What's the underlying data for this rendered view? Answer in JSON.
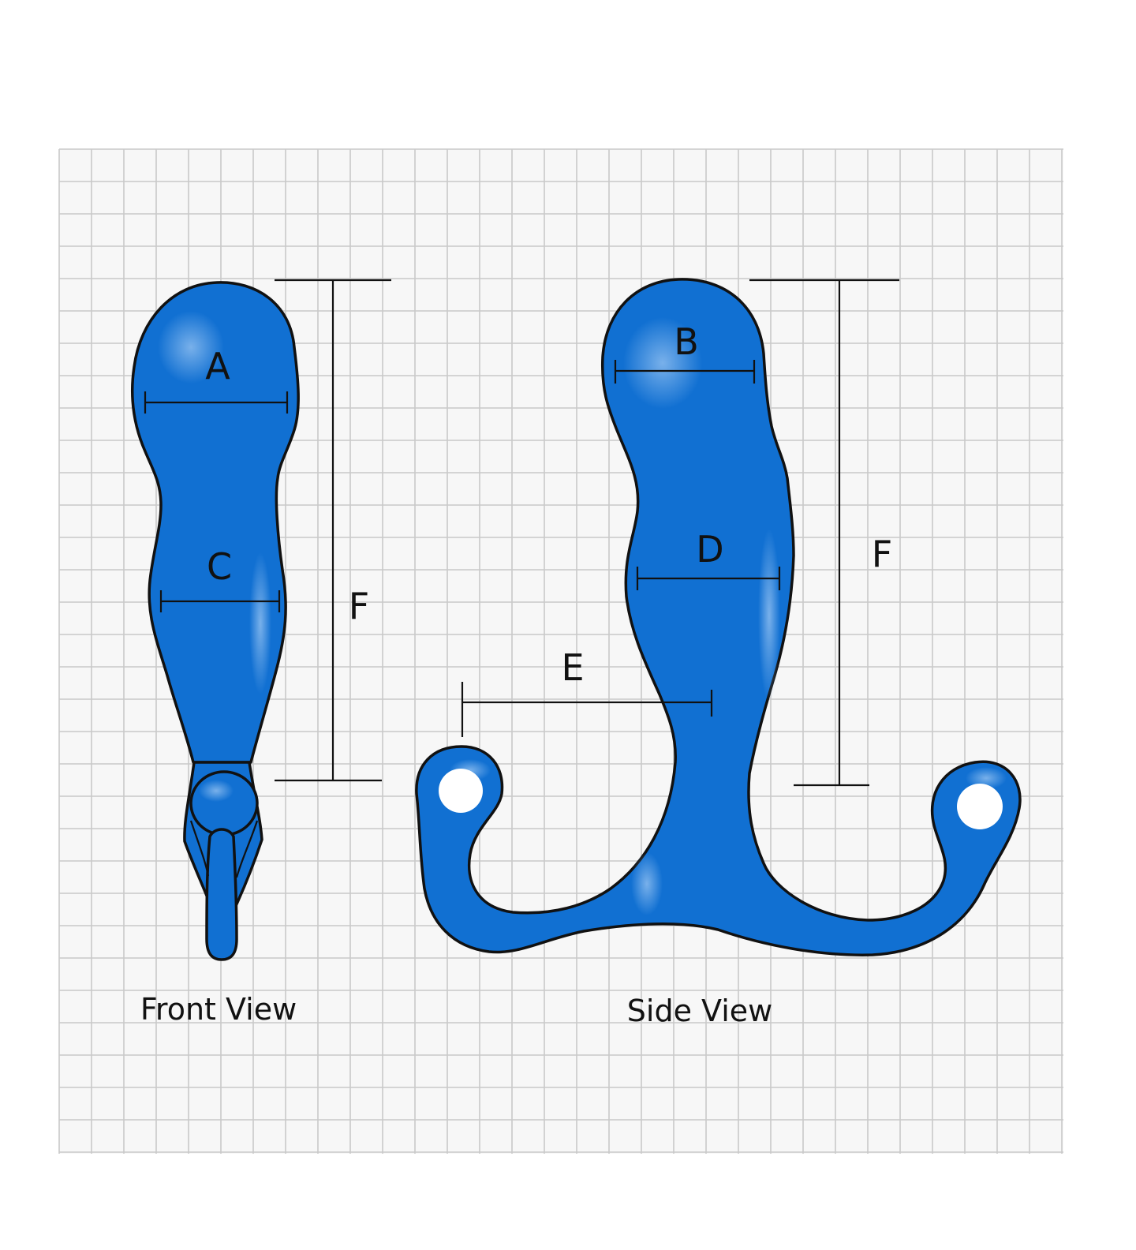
{
  "colors": {
    "background": "#ffffff",
    "grid_fill": "#f7f7f7",
    "grid_line": "#c9c9c9",
    "body_blue": "#1170d2",
    "highlight_blue": "#4f97e0",
    "outline": "#111111",
    "hole": "#ffffff"
  },
  "front_view": {
    "caption": "Front View",
    "dimension_labels": {
      "width_head": "A",
      "width_shaft": "C",
      "length": "F"
    }
  },
  "side_view": {
    "caption": "Side View",
    "dimension_labels": {
      "width_head": "B",
      "width_shaft": "D",
      "reach": "E",
      "length": "F"
    }
  }
}
